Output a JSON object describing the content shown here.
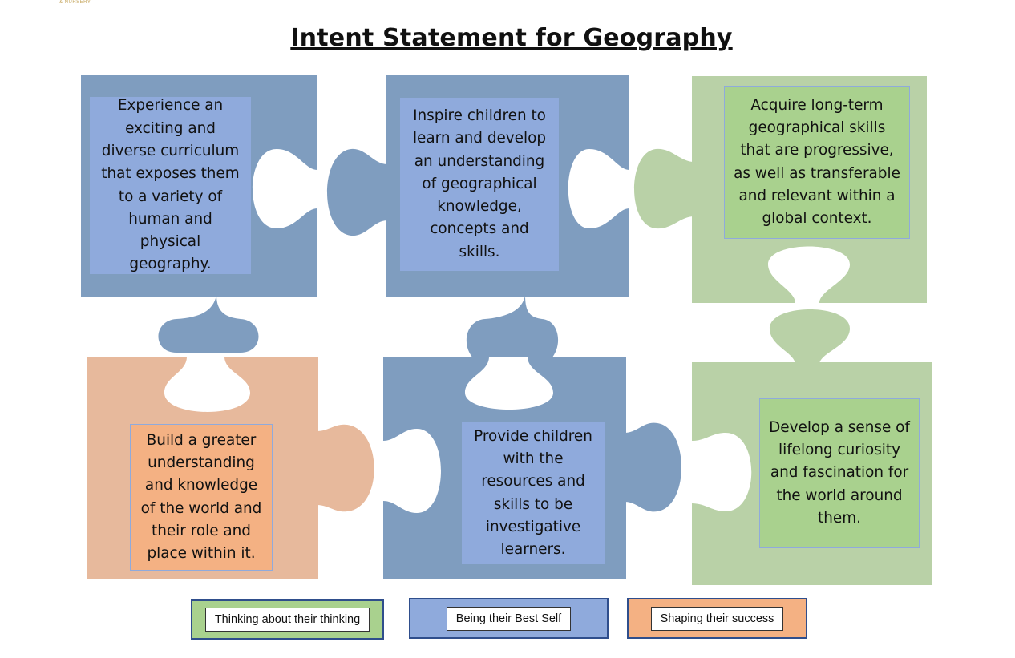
{
  "logo_text": "& NURSERY",
  "title": "Intent Statement for Geography",
  "pieces": {
    "top_left": "Experience an exciting and diverse curriculum that exposes them to a variety of human and physical geography.",
    "top_middle": "Inspire children to learn and develop an understanding of geographical knowledge, concepts and skills.",
    "top_right": "Acquire long-term geographical skills that are progressive, as well as transferable and relevant within a global context.",
    "bottom_left": "Build a greater understanding and knowledge of the world and their role and place within it.",
    "bottom_middle": "Provide children with the resources and skills to be investigative learners.",
    "bottom_right": "Develop a sense of lifelong curiosity and fascination for the world around them."
  },
  "legend": {
    "green": "Thinking about their thinking",
    "blue": "Being their Best Self",
    "orange": "Shaping their success"
  },
  "colors": {
    "blue_piece": "#7f9dbf",
    "green_piece": "#b9d1a7",
    "orange_piece": "#e7b99c",
    "blue_text": "#8faadc",
    "green_text": "#a9d18e",
    "orange_text": "#f4b183",
    "legend_border": "#2f4e8c"
  }
}
